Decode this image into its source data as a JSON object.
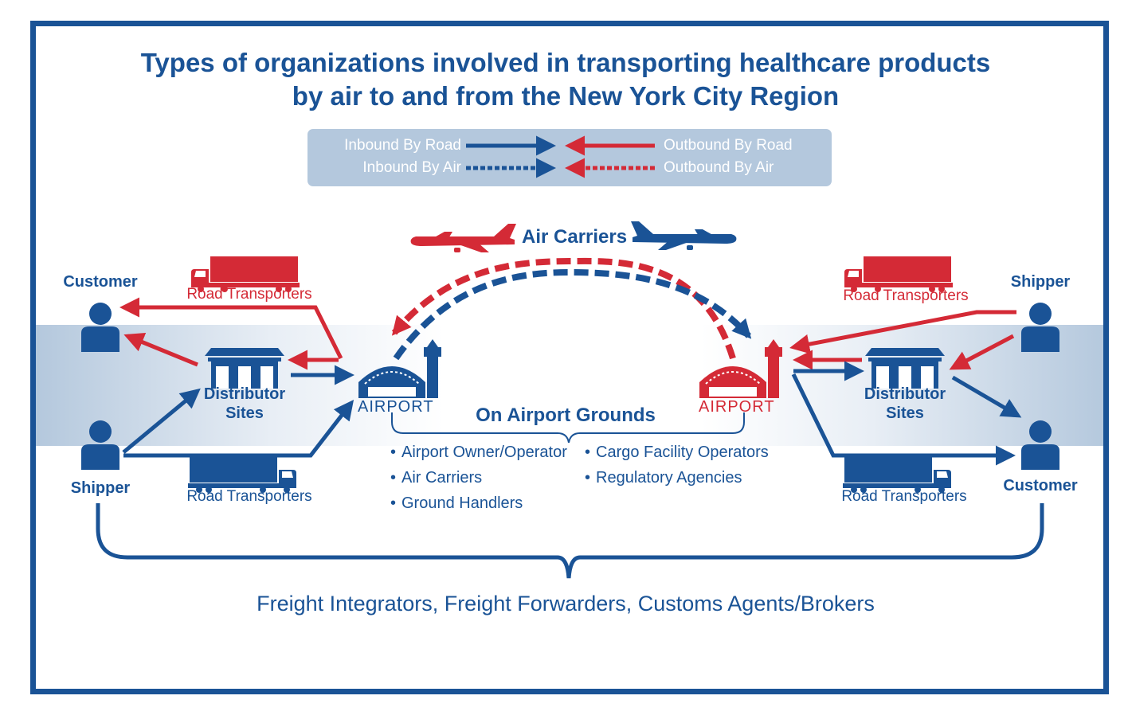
{
  "title_line1": "Types of organizations involved in transporting healthcare products",
  "title_line2": "by air to and from the New York City Region",
  "legend": {
    "inbound_road": "Inbound By Road",
    "inbound_air": "Inbound By Air",
    "outbound_road": "Outbound By Road",
    "outbound_air": "Outbound By Air"
  },
  "air_carriers": "Air Carriers",
  "left": {
    "customer": "Customer",
    "shipper": "Shipper",
    "road_top": "Road Transporters",
    "road_bottom": "Road Transporters",
    "distributor_1": "Distributor",
    "distributor_2": "Sites",
    "airport": "AIRPORT",
    "airport_sign": "AIRPORT"
  },
  "right": {
    "customer": "Customer",
    "shipper": "Shipper",
    "road_top": "Road Transporters",
    "road_bottom": "Road Transporters",
    "distributor_1": "Distributor",
    "distributor_2": "Sites",
    "airport": "AIRPORT",
    "airport_sign": "AIRPORT"
  },
  "airport_grounds": {
    "heading": "On Airport Grounds",
    "col1": [
      "Airport Owner/Operator",
      "Air Carriers",
      "Ground Handlers"
    ],
    "col2": [
      "Cargo Facility Operators",
      "Regulatory Agencies"
    ]
  },
  "bottom_text": "Freight Integrators, Freight Forwarders, Customs Agents/Brokers",
  "colors": {
    "blue": "#1a5396",
    "red": "#d42a36",
    "band": "#b4c8dd"
  }
}
